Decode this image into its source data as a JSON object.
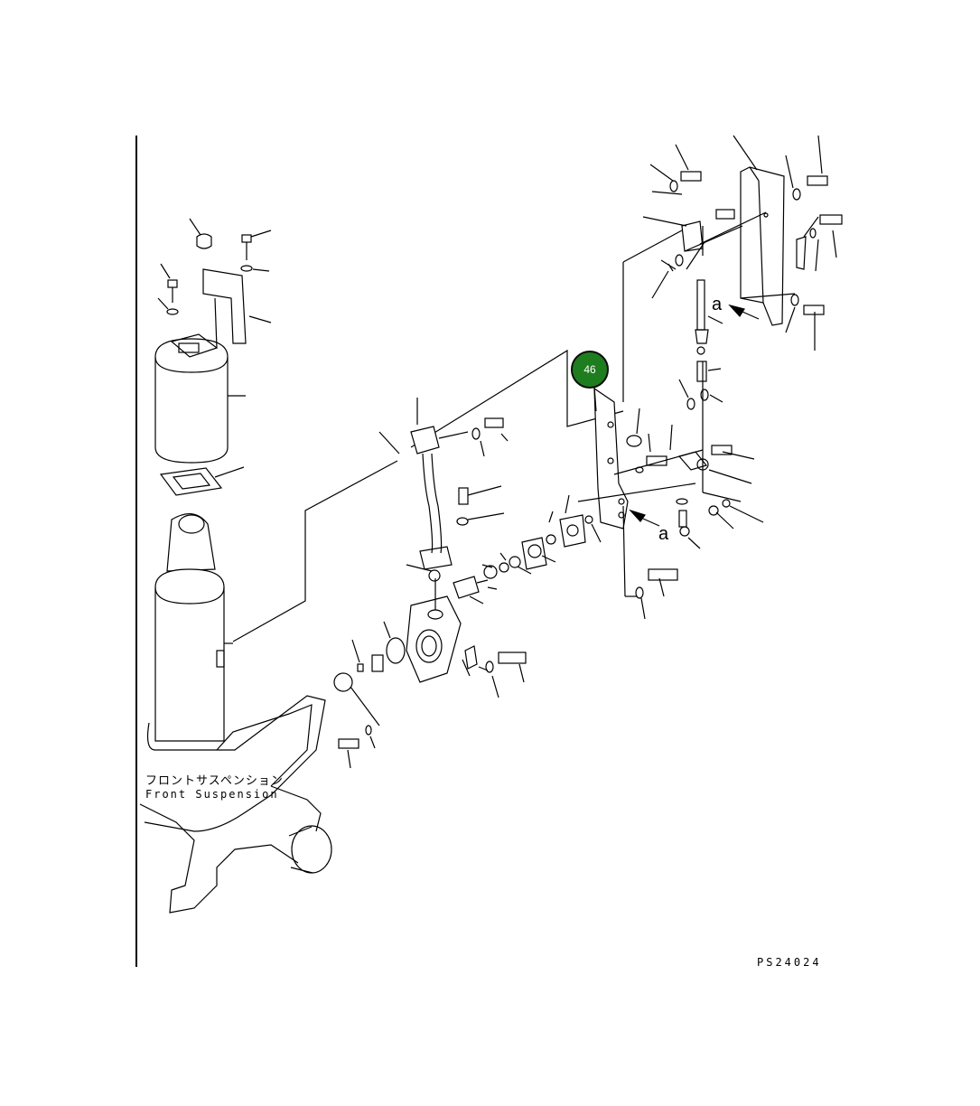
{
  "labels": {
    "front_suspension_jp": "フロントサスペンション",
    "front_suspension_en": "Front Suspension",
    "drawing_code": "PS24024",
    "view_marker_1": "a",
    "view_marker_2": "a"
  },
  "callout": {
    "number": "46",
    "color": "#1e7d1e"
  }
}
